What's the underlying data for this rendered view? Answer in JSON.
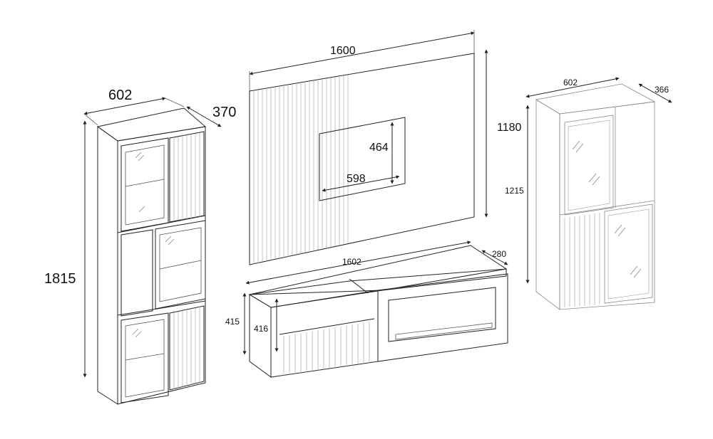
{
  "dimensions": {
    "cabinet_left": {
      "width": "602",
      "depth": "370",
      "height": "1815"
    },
    "wall_panel": {
      "width": "1600",
      "height": "1180",
      "cutout_height": "464",
      "cutout_width": "598"
    },
    "tv_unit": {
      "width": "1602",
      "depth": "280",
      "height_outer": "415",
      "height_inner": "416"
    },
    "cabinet_right": {
      "width": "602",
      "depth": "366",
      "height": "1215"
    }
  }
}
